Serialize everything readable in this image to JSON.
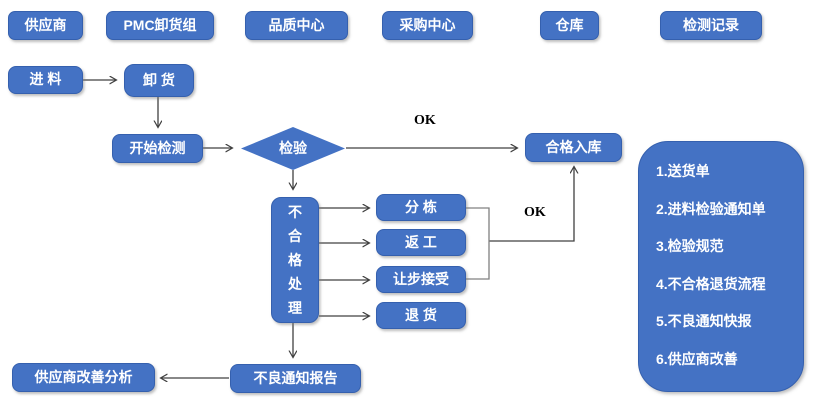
{
  "lanes": [
    "供应商",
    "PMC卸货组",
    "品质中心",
    "采购中心",
    "仓库",
    "检测记录"
  ],
  "nodes": {
    "incoming": "进 料",
    "unload": "卸 货",
    "start_inspection": "开始检测",
    "inspection": "检验",
    "qualified_storage": "合格入库",
    "nonconforming_handling": "不合格处理",
    "sorting": "分 栋",
    "rework": "返 工",
    "concession_accept": "让步接受",
    "return_goods": "退 货",
    "defect_notice_report": "不良通知报告",
    "supplier_improvement_analysis": "供应商改善分析"
  },
  "labels": {
    "ok_accept": "OK",
    "ok_disposition": "OK"
  },
  "panel": {
    "items": [
      "1.送货单",
      "2.进料检验通知单",
      "3.检验规范",
      "4.不合格退货流程",
      "5.不良通知快报",
      "6.供应商改善"
    ]
  },
  "colors": {
    "node_fill": "#4472C4",
    "node_border": "#3560AE",
    "node_text": "#FFFFFF",
    "arrow": "#404040",
    "bracket": "#808080",
    "ok_text": "#000000",
    "background": "#FFFFFF"
  }
}
